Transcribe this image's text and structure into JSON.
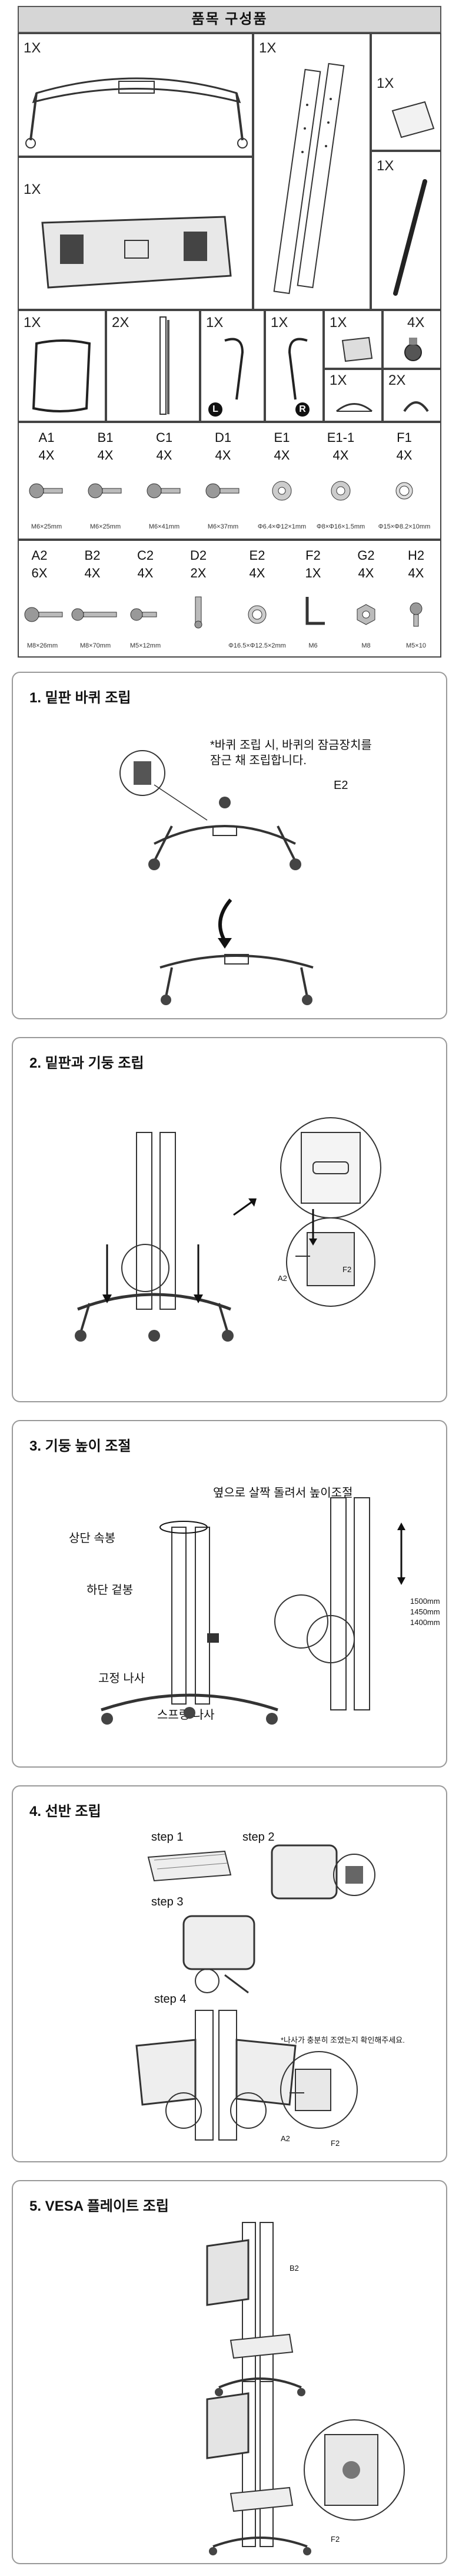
{
  "components": {
    "title": "품목 구성품",
    "items": [
      {
        "id": "base",
        "qty": "1X"
      },
      {
        "id": "poles",
        "qty": "1X"
      },
      {
        "id": "card",
        "qty": "1X"
      },
      {
        "id": "vesa-plate",
        "qty": "1X"
      },
      {
        "id": "wrench",
        "qty": "1X"
      },
      {
        "id": "shelf",
        "qty": "1X"
      },
      {
        "id": "rails",
        "qty": "2X"
      },
      {
        "id": "hook-l",
        "qty": "1X",
        "badge": "L"
      },
      {
        "id": "hook-r",
        "qty": "1X",
        "badge": "R"
      },
      {
        "id": "bracket",
        "qty": "1X"
      },
      {
        "id": "wheels",
        "qty": "4X"
      },
      {
        "id": "shelf-bracket",
        "qty": "1X"
      },
      {
        "id": "clips",
        "qty": "2X"
      }
    ],
    "hardware_row1": [
      {
        "code": "A1",
        "qty": "4X",
        "size": "M6×25mm"
      },
      {
        "code": "B1",
        "qty": "4X",
        "size": "M6×25mm"
      },
      {
        "code": "C1",
        "qty": "4X",
        "size": "M6×41mm"
      },
      {
        "code": "D1",
        "qty": "4X",
        "size": "M6×37mm"
      },
      {
        "code": "E1",
        "qty": "4X",
        "size": "Φ6.4×Φ12×1mm"
      },
      {
        "code": "E1-1",
        "qty": "4X",
        "size": "Φ8×Φ16×1.5mm"
      },
      {
        "code": "F1",
        "qty": "4X",
        "size": "Φ15×Φ8.2×10mm"
      }
    ],
    "hardware_row2": [
      {
        "code": "A2",
        "qty": "6X",
        "size": "M8×26mm"
      },
      {
        "code": "B2",
        "qty": "4X",
        "size": "M8×70mm"
      },
      {
        "code": "C2",
        "qty": "4X",
        "size": "M5×12mm"
      },
      {
        "code": "D2",
        "qty": "2X",
        "size": ""
      },
      {
        "code": "E2",
        "qty": "4X",
        "size": "Φ16.5×Φ12.5×2mm"
      },
      {
        "code": "F2",
        "qty": "1X",
        "size": "M6"
      },
      {
        "code": "G2",
        "qty": "4X",
        "size": "M8"
      },
      {
        "code": "H2",
        "qty": "4X",
        "size": "M5×10"
      }
    ]
  },
  "steps": [
    {
      "title": "1. 밑판 바퀴 조립",
      "note_line1": "*바퀴 조립 시, 바퀴의 잠금장치를",
      "note_line2": "잠근 채 조립합니다.",
      "label_e2": "E2"
    },
    {
      "title": "2. 밑판과 기둥 조립",
      "label_a2": "A2",
      "label_f2": "F2"
    },
    {
      "title": "3. 기둥 높이 조절",
      "note_top": "옆으로 살짝 돌려서 높이조절",
      "label_upper": "상단 속봉",
      "label_lower": "하단 겉봉",
      "label_screw": "고정 나사",
      "label_spring": "스프링 나사",
      "heights": [
        "1500mm",
        "1450mm",
        "1400mm"
      ]
    },
    {
      "title": "4. 선반 조립",
      "step1": "step 1",
      "step2": "step 2",
      "step3": "step 3",
      "step4": "step 4",
      "note": "*나사가 충분히 조였는지 확인해주세요.",
      "label_a2": "A2",
      "label_f2": "F2"
    },
    {
      "title": "5. VESA 플레이트 조립",
      "label_b2": "B2",
      "label_f2": "F2"
    }
  ]
}
